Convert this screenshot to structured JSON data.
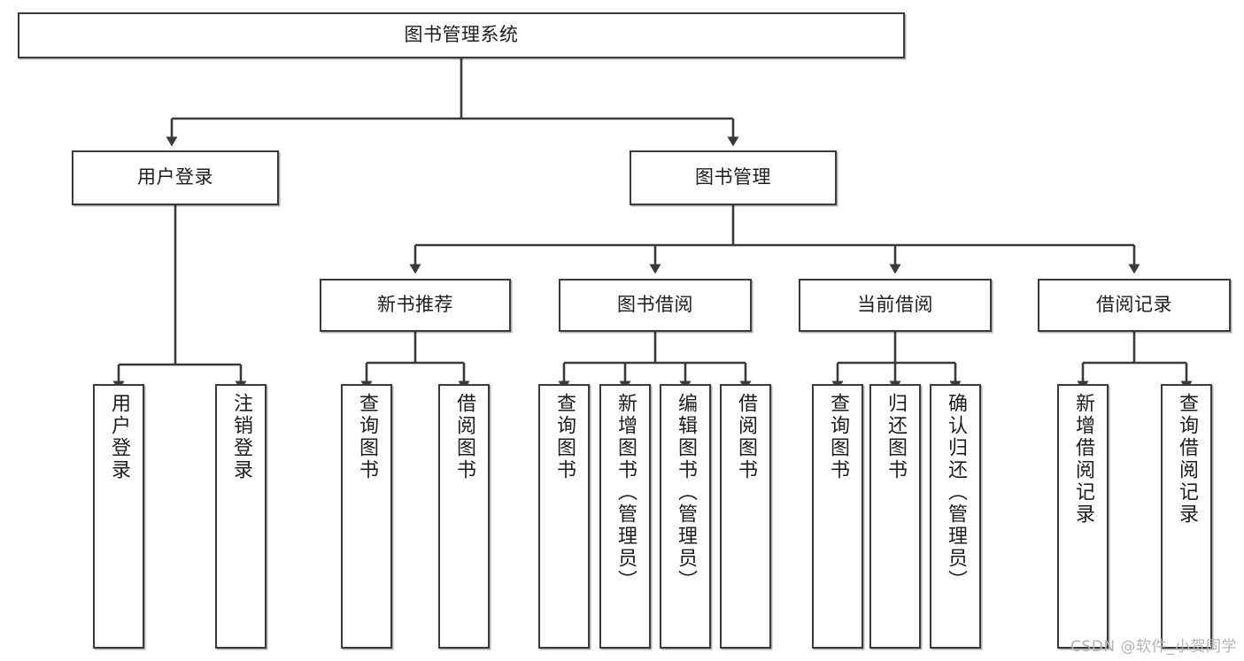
{
  "diagram": {
    "title": "图书管理系统",
    "type": "tree-hierarchy",
    "watermark": "CSDN @软件_小贺同学",
    "colors": {
      "stroke": "#3a3a3a",
      "fill": "#ffffff",
      "text": "#1d1d1d",
      "watermark": "#b4b4b4"
    },
    "nodes": {
      "root": {
        "label": "图书管理系统"
      },
      "level2": [
        {
          "id": "user_login",
          "label": "用户登录"
        },
        {
          "id": "book_manage",
          "label": "图书管理"
        }
      ],
      "level3": [
        {
          "id": "new_book_rec",
          "label": "新书推荐"
        },
        {
          "id": "book_borrow",
          "label": "图书借阅"
        },
        {
          "id": "current_borrow",
          "label": "当前借阅"
        },
        {
          "id": "borrow_record",
          "label": "借阅记录"
        }
      ],
      "leaves": {
        "user_login": [
          {
            "id": "leaf_user_login",
            "label": "用户登录"
          },
          {
            "id": "leaf_user_logout",
            "label": "注销登录"
          }
        ],
        "new_book_rec": [
          {
            "id": "leaf_query_book_1",
            "label": "查询图书"
          },
          {
            "id": "leaf_borrow_book_1",
            "label": "借阅图书"
          }
        ],
        "book_borrow": [
          {
            "id": "leaf_query_book_2",
            "label": "查询图书"
          },
          {
            "id": "leaf_add_book",
            "label": "新增图书（管理员）"
          },
          {
            "id": "leaf_edit_book",
            "label": "编辑图书（管理员）"
          },
          {
            "id": "leaf_borrow_book_2",
            "label": "借阅图书"
          }
        ],
        "current_borrow": [
          {
            "id": "leaf_query_book_3",
            "label": "查询图书"
          },
          {
            "id": "leaf_return_book",
            "label": "归还图书"
          },
          {
            "id": "leaf_confirm_return",
            "label": "确认归还（管理员）"
          }
        ],
        "borrow_record": [
          {
            "id": "leaf_add_record",
            "label": "新增借阅记录"
          },
          {
            "id": "leaf_query_record",
            "label": "查询借阅记录"
          }
        ]
      }
    }
  }
}
